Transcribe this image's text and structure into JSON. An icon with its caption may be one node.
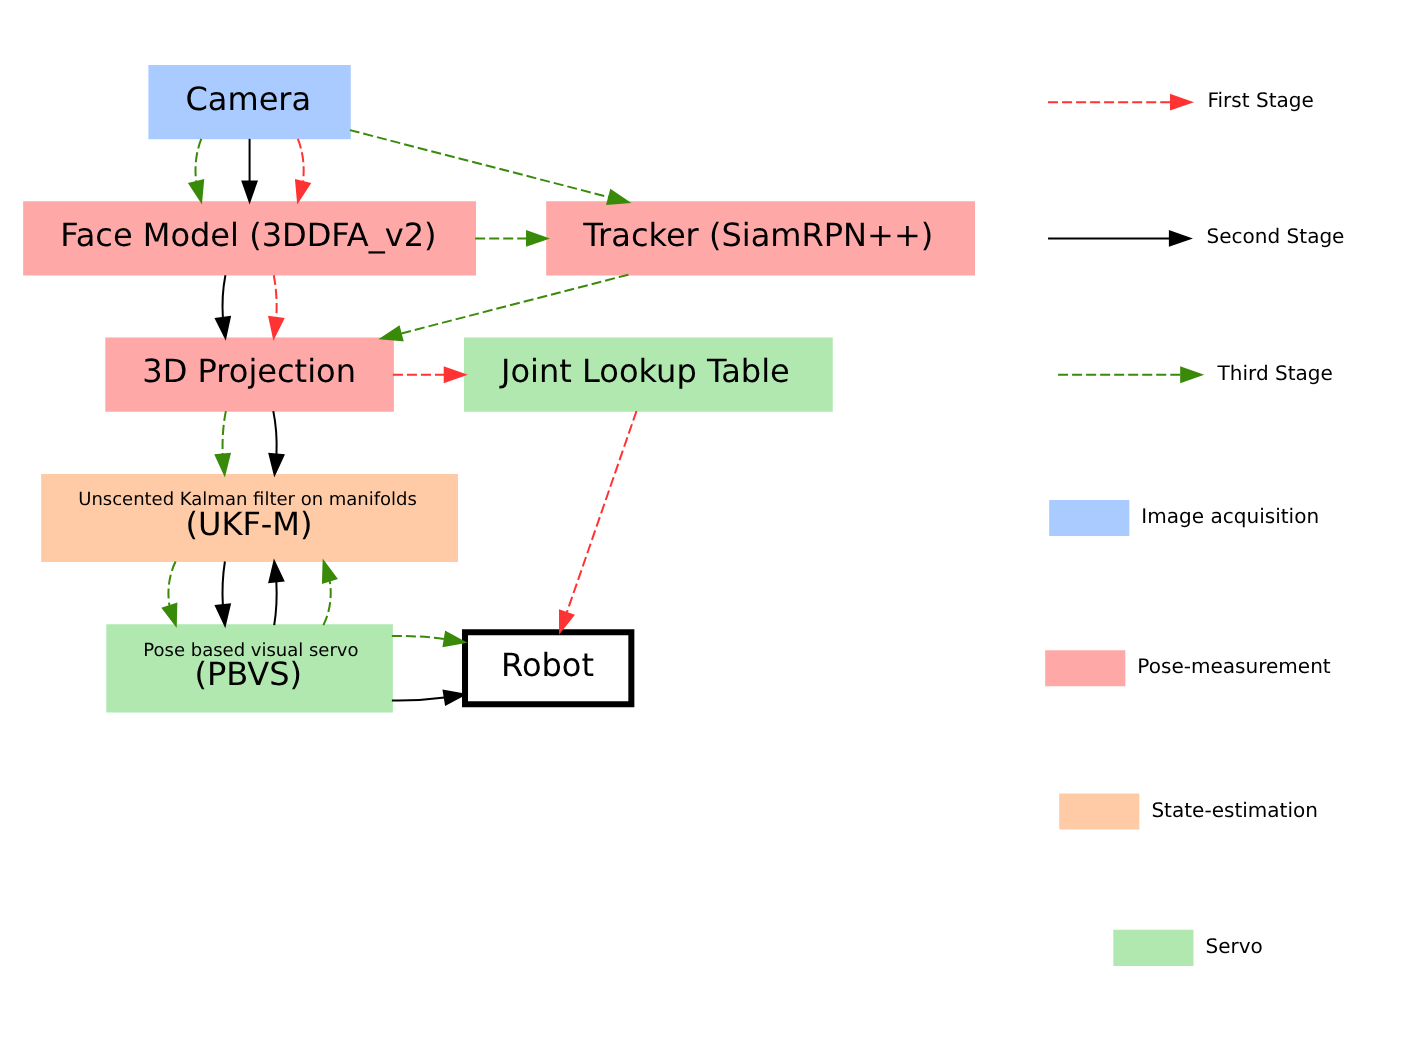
{
  "diagram": {
    "nodes": [
      {
        "text": [
          "Camera"
        ]
      },
      {
        "text": [
          "Tracker (SiamRPN++)"
        ]
      },
      {
        "text": [
          "Face Model (3DDFA_v2)"
        ]
      },
      {
        "text": [
          "3D Projection"
        ]
      },
      {
        "text": [
          "Joint Lookup Table"
        ]
      },
      {
        "text": [
          "Unscented Kalman filter on manifolds",
          "(UKF-M)"
        ]
      },
      {
        "text": [
          "Pose based visual servo",
          "(PBVS)"
        ]
      },
      {
        "text": [
          "Robot"
        ]
      }
    ],
    "edges": [
      {
        "from": 0,
        "to": 1,
        "arrow": "to",
        "style": "dashed",
        "color": "#3a8a0a"
      },
      {
        "from": 0,
        "to": 2,
        "arrow": "to",
        "style": "dashed",
        "color": "#3a8a0a"
      },
      {
        "from": 0,
        "to": 2,
        "arrow": "to",
        "color": "#000000"
      },
      {
        "from": 0,
        "to": 2,
        "arrow": "to",
        "style": "dashed",
        "color": "#ff3333"
      },
      {
        "from": 2,
        "to": 1,
        "arrow": "to",
        "style": "dashed",
        "color": "#3a8a0a"
      },
      {
        "from": 1,
        "to": 3,
        "arrow": "to",
        "style": "dashed",
        "color": "#3a8a0a"
      },
      {
        "from": 2,
        "to": 3,
        "arrow": "to",
        "color": "#000000"
      },
      {
        "from": 2,
        "to": 3,
        "arrow": "to",
        "style": "dashed",
        "color": "#ff3333"
      },
      {
        "from": 3,
        "to": 4,
        "arrow": "to",
        "style": "dashed",
        "color": "#ff3333"
      },
      {
        "from": 3,
        "to": 5,
        "arrow": "to",
        "style": "dashed",
        "color": "#3a8a0a"
      },
      {
        "from": 3,
        "to": 5,
        "arrow": "to",
        "color": "#000000"
      },
      {
        "from": 5,
        "to": 6,
        "arrow": "to",
        "style": "dashed",
        "color": "#3a8a0a"
      },
      {
        "from": 5,
        "to": 6,
        "arrow": "to",
        "color": "#000000"
      },
      {
        "from": 6,
        "to": 5,
        "arrow": "to",
        "color": "#000000"
      },
      {
        "from": 6,
        "to": 5,
        "arrow": "to",
        "style": "dashed",
        "color": "#3a8a0a"
      },
      {
        "from": 6,
        "to": 7,
        "arrow": "to",
        "color": "#000000"
      },
      {
        "from": 6,
        "to": 7,
        "arrow": "to",
        "style": "dashed",
        "color": "#3a8a0a"
      },
      {
        "from": 4,
        "to": 7,
        "arrow": "to",
        "style": "dashed",
        "color": "#ff3333"
      }
    ],
    "legend": [
      {
        "text": "First Stage"
      },
      {
        "text": "Second Stage"
      },
      {
        "text": "Third Stage"
      },
      {
        "text": "Image acquisition",
        "color": "#aacbff"
      },
      {
        "text": "Pose-measurement",
        "color": "#ffa8a8"
      },
      {
        "text": "State-estimation",
        "color": "#fecba6"
      },
      {
        "text": "Servo",
        "color": "#b0e8b0"
      }
    ]
  }
}
